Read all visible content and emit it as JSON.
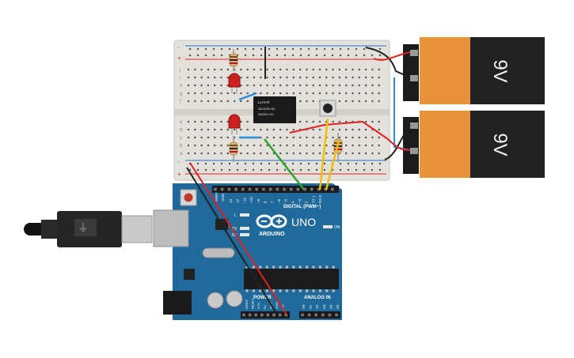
{
  "colors": {
    "breadboard": "#e3e1dc",
    "arduino": "#1f6a9a",
    "battery_orange": "#e8923a",
    "battery_black": "#222222",
    "wire_red": "#e02020",
    "wire_black": "#222222",
    "wire_blue": "#2b8fd6",
    "wire_green": "#2fa52f",
    "wire_yellow": "#f0c000",
    "led_red": "#cc1f1f"
  },
  "breadboard": {
    "row_letters_top": [
      "j",
      "i",
      "h",
      "g",
      "f"
    ],
    "row_letters_bottom": [
      "e",
      "d",
      "c",
      "b",
      "a"
    ],
    "rail_plus": "+",
    "rail_minus": "-"
  },
  "relay": {
    "line1": "LU-5-R",
    "line2": "3A/125V AC",
    "line3": "3A/30V DC"
  },
  "batteries": [
    {
      "label": "9V"
    },
    {
      "label": "9V"
    }
  ],
  "arduino": {
    "brand": "ARDUINO",
    "model": "UNO",
    "digital_label": "DIGITAL (PWM~)",
    "tx_label": "TX",
    "rx_label": "RX",
    "l_label": "L",
    "on_label": "ON",
    "aref_label": "AREF",
    "gnd_label": "GND",
    "power_label": "POWER",
    "analog_label": "ANALOG IN",
    "digital_pins": [
      "13",
      "12",
      "~11",
      "~10",
      "~9",
      "8",
      "7",
      "~6",
      "~5",
      "4",
      "~3",
      "2",
      "TX 1",
      "RX 0"
    ],
    "power_pins": [
      "IOREF",
      "RESET",
      "3.3V",
      "5V",
      "GND",
      "GND",
      "Vin"
    ],
    "analog_pins": [
      "A0",
      "A1",
      "A2",
      "A3",
      "A4",
      "A5"
    ]
  }
}
